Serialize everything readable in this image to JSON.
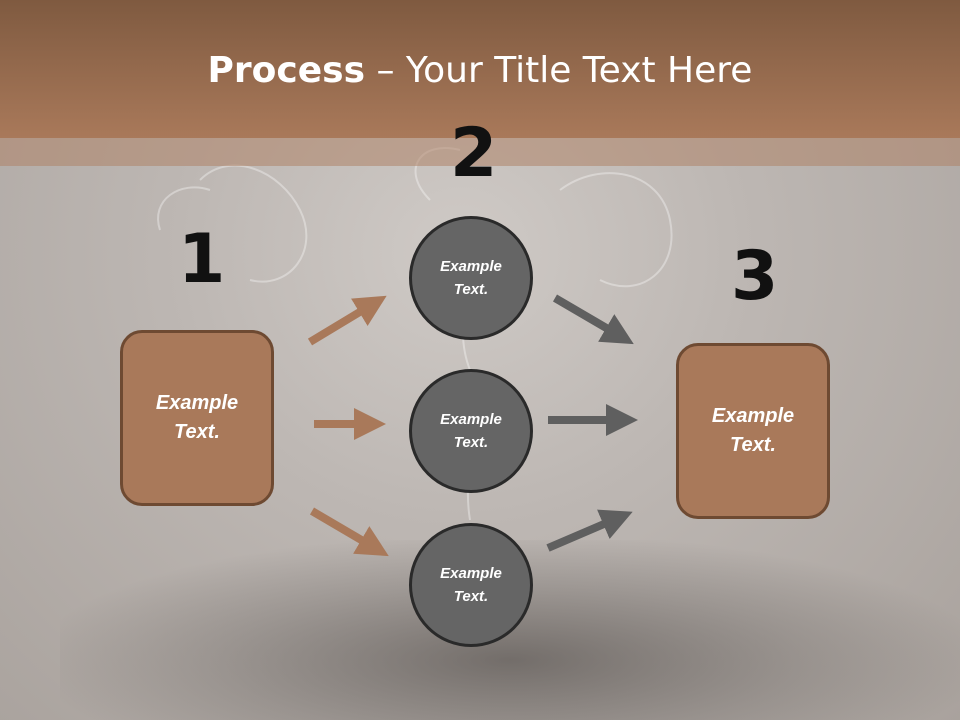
{
  "title": {
    "bold": "Process",
    "rest": " – Your Title Text Here"
  },
  "steps": [
    {
      "number": "1",
      "text": "Example Text."
    },
    {
      "number": "2",
      "items": [
        "Example Text.",
        "Example Text.",
        "Example Text."
      ]
    },
    {
      "number": "3",
      "text": "Example Text."
    }
  ],
  "colors": {
    "accent": "#a9795a",
    "accent_dark": "#6e4a32",
    "circle": "#656565",
    "arrow_gray": "#5f5f5f"
  }
}
